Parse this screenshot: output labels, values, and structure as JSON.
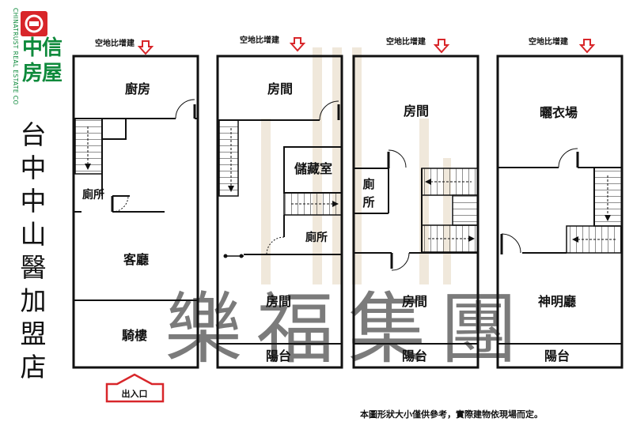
{
  "logo": {
    "name_line1": "中信",
    "name_line2": "房屋",
    "english": "CHINATRUST REAL ESTATE CO"
  },
  "store_name": [
    "台",
    "中",
    "中",
    "山",
    "醫",
    "加",
    "盟",
    "店"
  ],
  "watermark": "樂福集團",
  "extension_label": "空地比增建",
  "entrance_label": "出入口",
  "floors": [
    {
      "rooms": {
        "kitchen": "廚房",
        "toilet": "廁所",
        "living": "客廳",
        "arcade": "騎樓"
      }
    },
    {
      "rooms": {
        "room_back": "房間",
        "storage": "儲藏室",
        "toilet": "廁所",
        "room_front": "房間",
        "balcony": "陽台"
      }
    },
    {
      "rooms": {
        "room_back": "房間",
        "toilet": "廁所",
        "room_front": "房間",
        "balcony": "陽台"
      }
    },
    {
      "rooms": {
        "laundry": "曬衣場",
        "shrine": "神明廳",
        "balcony": "陽台"
      }
    }
  ],
  "disclaimer": "本圖形狀大小僅供參考，實際建物依現場而定。",
  "colors": {
    "logo_green": "#0f8a3c",
    "logo_red": "#d8262a",
    "arrow_red": "#d8262a",
    "watermark": "#d9cbb4"
  }
}
